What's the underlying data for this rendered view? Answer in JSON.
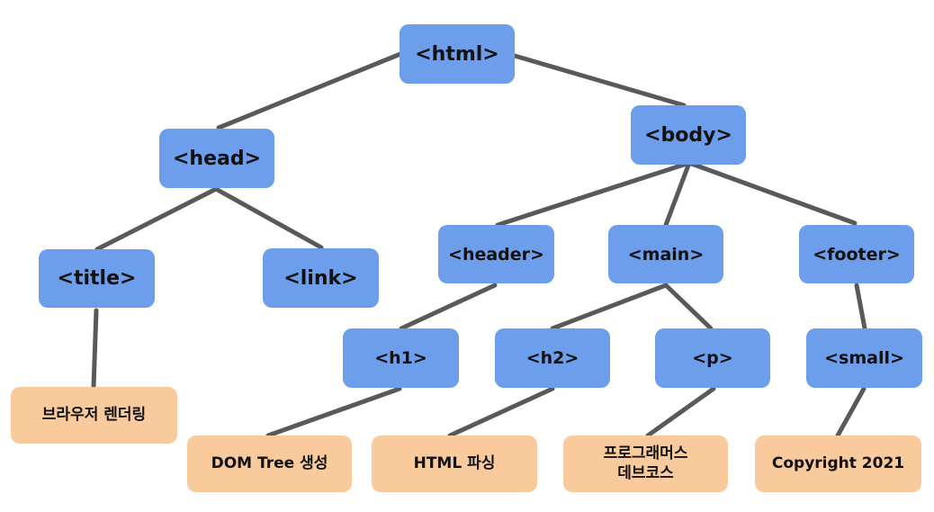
{
  "tags": {
    "html": "<html>",
    "head": "<head>",
    "body": "<body>",
    "title": "<title>",
    "link": "<link>",
    "header": "<header>",
    "main": "<main>",
    "footer": "<footer>",
    "h1": "<h1>",
    "h2": "<h2>",
    "p": "<p>",
    "small": "<small>"
  },
  "texts": {
    "title": "브라우저 렌더링",
    "h1": "DOM Tree 생성",
    "h2": "HTML 파싱",
    "p": "프로그래머스\n데브코스",
    "small": "Copyright 2021"
  },
  "colors": {
    "tag_node": "#6d9eeb",
    "text_node": "#f9cb9c",
    "edge": "#595959"
  }
}
